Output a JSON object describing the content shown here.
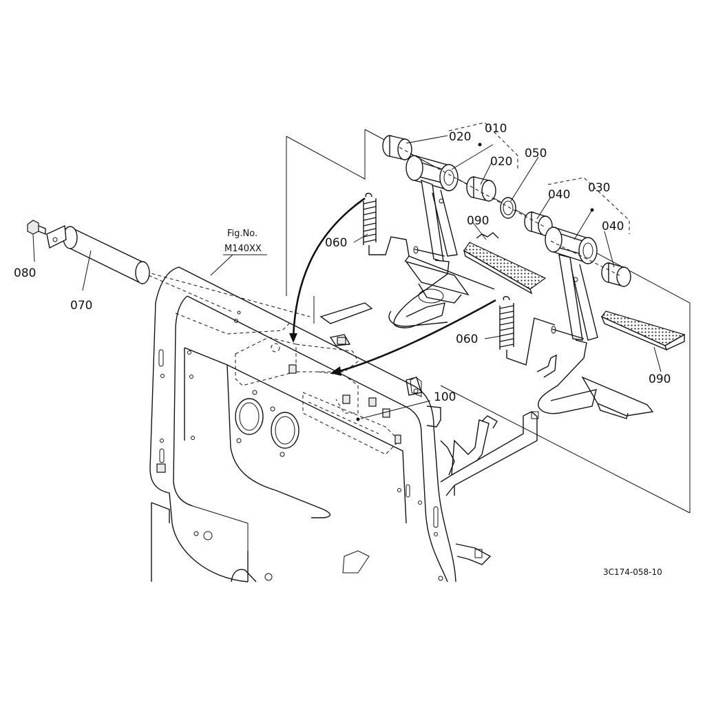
{
  "figure": {
    "fig_label": "Fig.No.",
    "fig_code": "M140XX",
    "drawing_code": "3C174-058-10"
  },
  "parts": [
    {
      "ref": "010"
    },
    {
      "ref": "020"
    },
    {
      "ref": "020"
    },
    {
      "ref": "050"
    },
    {
      "ref": "030"
    },
    {
      "ref": "040"
    },
    {
      "ref": "040"
    },
    {
      "ref": "090"
    },
    {
      "ref": "060"
    },
    {
      "ref": "060"
    },
    {
      "ref": "090"
    },
    {
      "ref": "100"
    },
    {
      "ref": "080"
    },
    {
      "ref": "070"
    }
  ]
}
